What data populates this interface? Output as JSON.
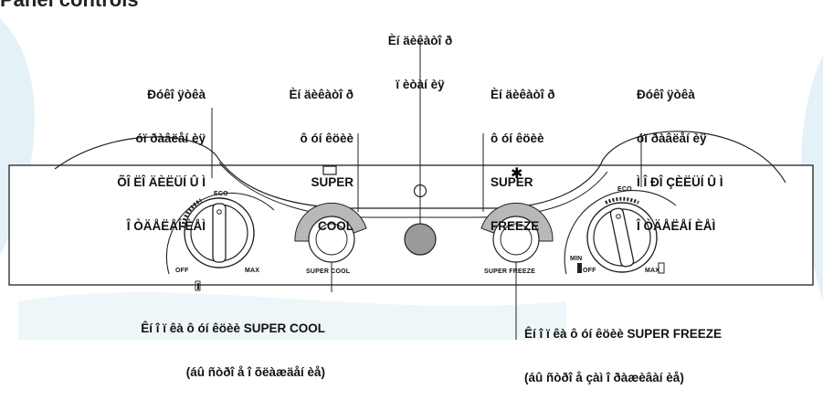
{
  "header_fragment": "Panel controls",
  "labels": {
    "power_indicator": [
      "Èí äèêàòî ð",
      "ï èòàí èÿ"
    ],
    "fridge_knob": [
      "Ðóêî ÿòêà",
      "óï ðàâëåí èÿ",
      "ÕÎ ËÎ ÄÈËÜÍ Û Ì",
      "Î ÒÄÅËÅÍ ÈÅÌ"
    ],
    "supercool_indicator": [
      "Èí äèêàòî ð",
      "ô óí êöèè",
      "SUPER",
      "COOL"
    ],
    "superfreeze_indicator": [
      "Èí äèêàòî ð",
      "ô óí êöèè",
      "SUPER",
      "FREEZE"
    ],
    "freezer_knob": [
      "Ðóêî ÿòêà",
      "óï ðàâëåí èÿ",
      "Ì Î ÐÎ ÇÈËÜÍ Û Ì",
      "Î ÒÄÅËÅÍ ÈÅÌ"
    ],
    "supercool_button": [
      "Êí î ï êà ô óí êöèè SUPER COOL",
      "(áû ñòðî å î õëàæäåí èå)"
    ],
    "superfreeze_button": [
      "Êí î ï êà ô óí êöèè SUPER FREEZE",
      "(áû ñòðî å çàì î ðàæèâàí èå)"
    ]
  },
  "panel_text": {
    "off_left": "OFF",
    "max_left": "MAX",
    "supercool": "SUPER COOL",
    "superfreeze": "SUPER FREEZE",
    "min": "MIN",
    "off_right": "OFF",
    "max_right": "MAX",
    "eco_left": "ECO",
    "eco_right": "ECO"
  },
  "colors": {
    "indicator_fill": "#b8b8b8",
    "power_fill": "#9a9a9a",
    "swoosh": "#e4f1f6"
  }
}
